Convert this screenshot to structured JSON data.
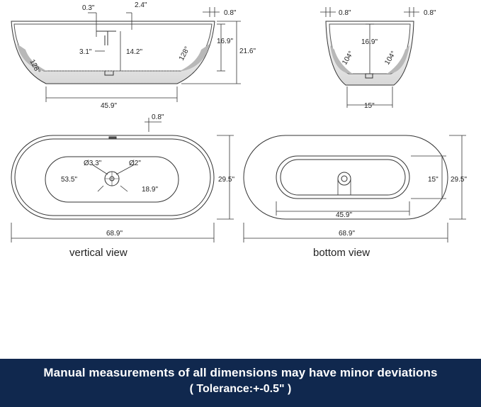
{
  "views": {
    "front": {
      "dims": {
        "wall_a": "0.3\"",
        "wall_b": "2.4\"",
        "wall_right": "0.8\"",
        "depth": "16.9\"",
        "height": "21.6\"",
        "drain_left": "3.1\"",
        "drain_height": "14.2\"",
        "angle_left": "128°",
        "angle_right": "128°",
        "base_length": "45.9\""
      }
    },
    "side": {
      "dims": {
        "wall_left": "0.8\"",
        "wall_right": "0.8\"",
        "depth": "16.9\"",
        "angle_left": "104°",
        "angle_right": "104°",
        "base_width": "15\""
      }
    },
    "top": {
      "label": "vertical view",
      "dims": {
        "rim": "0.8\"",
        "overflow": "Ø3.3\"",
        "drain": "Ø2\"",
        "inner_length": "53.5\"",
        "inner_width": "18.9\"",
        "width": "29.5\"",
        "length": "68.9\""
      }
    },
    "bottom": {
      "label": "bottom view",
      "dims": {
        "base_width": "15\"",
        "width": "29.5\"",
        "base_length": "45.9\"",
        "length": "68.9\""
      }
    }
  },
  "banner": {
    "line1": "Manual measurements of all dimensions may have minor deviations",
    "line2": "( Tolerance:+-0.5\" )"
  }
}
